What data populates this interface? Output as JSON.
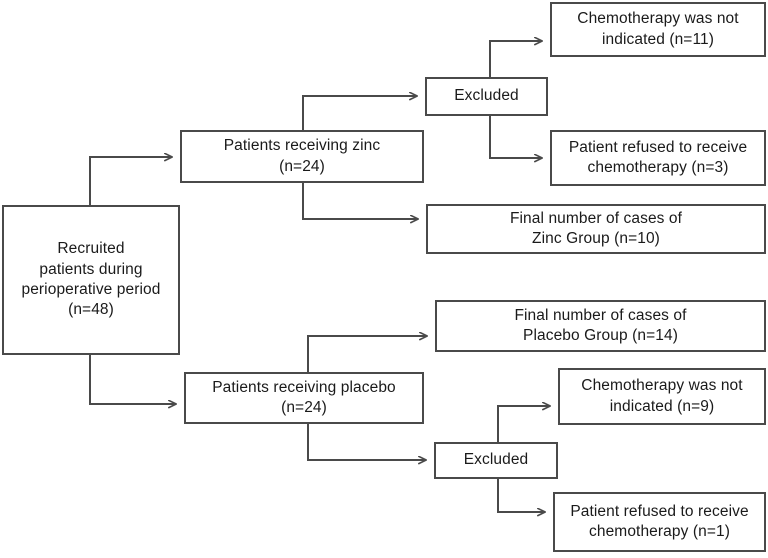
{
  "diagram": {
    "title": "CONSORT-style patient allocation flowchart",
    "stroke_color": "#4a4a4a",
    "text_color": "#1a1a1a",
    "background_color": "#ffffff"
  },
  "nodes": {
    "root": {
      "id": "recruited-patients",
      "text": "Recruited\npatients during\nperioperative period\n(n=48)"
    },
    "zinc": {
      "id": "patients-receiving-zinc",
      "text": "Patients receiving zinc\n(n=24)"
    },
    "placebo": {
      "id": "patients-receiving-placebo",
      "text": "Patients receiving placebo\n(n=24)"
    },
    "excluded_top": {
      "id": "excluded-zinc",
      "text": "Excluded"
    },
    "excluded_bottom": {
      "id": "excluded-placebo",
      "text": "Excluded"
    },
    "chemo_not_indicated_zinc": {
      "id": "chemotherapy-not-indicated-zinc",
      "text": "Chemotherapy was not\nindicated (n=11)"
    },
    "patient_refused_zinc": {
      "id": "patient-refused-zinc",
      "text": "Patient refused to receive\nchemotherapy (n=3)"
    },
    "zinc_final": {
      "id": "final-cases-zinc-group",
      "text": "Final number of cases of\nZinc Group (n=10)"
    },
    "placebo_final": {
      "id": "final-cases-placebo-group",
      "text": "Final number of cases of\nPlacebo Group (n=14)"
    },
    "chemo_not_indicated_placebo": {
      "id": "chemotherapy-not-indicated-placebo",
      "text": "Chemotherapy was not\nindicated (n=9)"
    },
    "patient_refused_placebo": {
      "id": "patient-refused-placebo",
      "text": "Patient refused to receive\nchemotherapy (n=1)"
    }
  },
  "chart_data": {
    "type": "diagram",
    "title": "Recruitment, allocation and exclusion flow",
    "counts": {
      "recruited_total": 48,
      "zinc_allocated": 24,
      "placebo_allocated": 24,
      "zinc_excluded_chemo_not_indicated": 11,
      "zinc_excluded_patient_refused": 3,
      "zinc_final": 10,
      "placebo_excluded_chemo_not_indicated": 9,
      "placebo_excluded_patient_refused": 1,
      "placebo_final": 14
    },
    "edges": [
      {
        "from": "recruited-patients",
        "to": "patients-receiving-zinc"
      },
      {
        "from": "recruited-patients",
        "to": "patients-receiving-placebo"
      },
      {
        "from": "patients-receiving-zinc",
        "to": "excluded-zinc"
      },
      {
        "from": "patients-receiving-zinc",
        "to": "final-cases-zinc-group"
      },
      {
        "from": "excluded-zinc",
        "to": "chemotherapy-not-indicated-zinc"
      },
      {
        "from": "excluded-zinc",
        "to": "patient-refused-zinc"
      },
      {
        "from": "patients-receiving-placebo",
        "to": "final-cases-placebo-group"
      },
      {
        "from": "patients-receiving-placebo",
        "to": "excluded-placebo"
      },
      {
        "from": "excluded-placebo",
        "to": "chemotherapy-not-indicated-placebo"
      },
      {
        "from": "excluded-placebo",
        "to": "patient-refused-placebo"
      }
    ]
  }
}
